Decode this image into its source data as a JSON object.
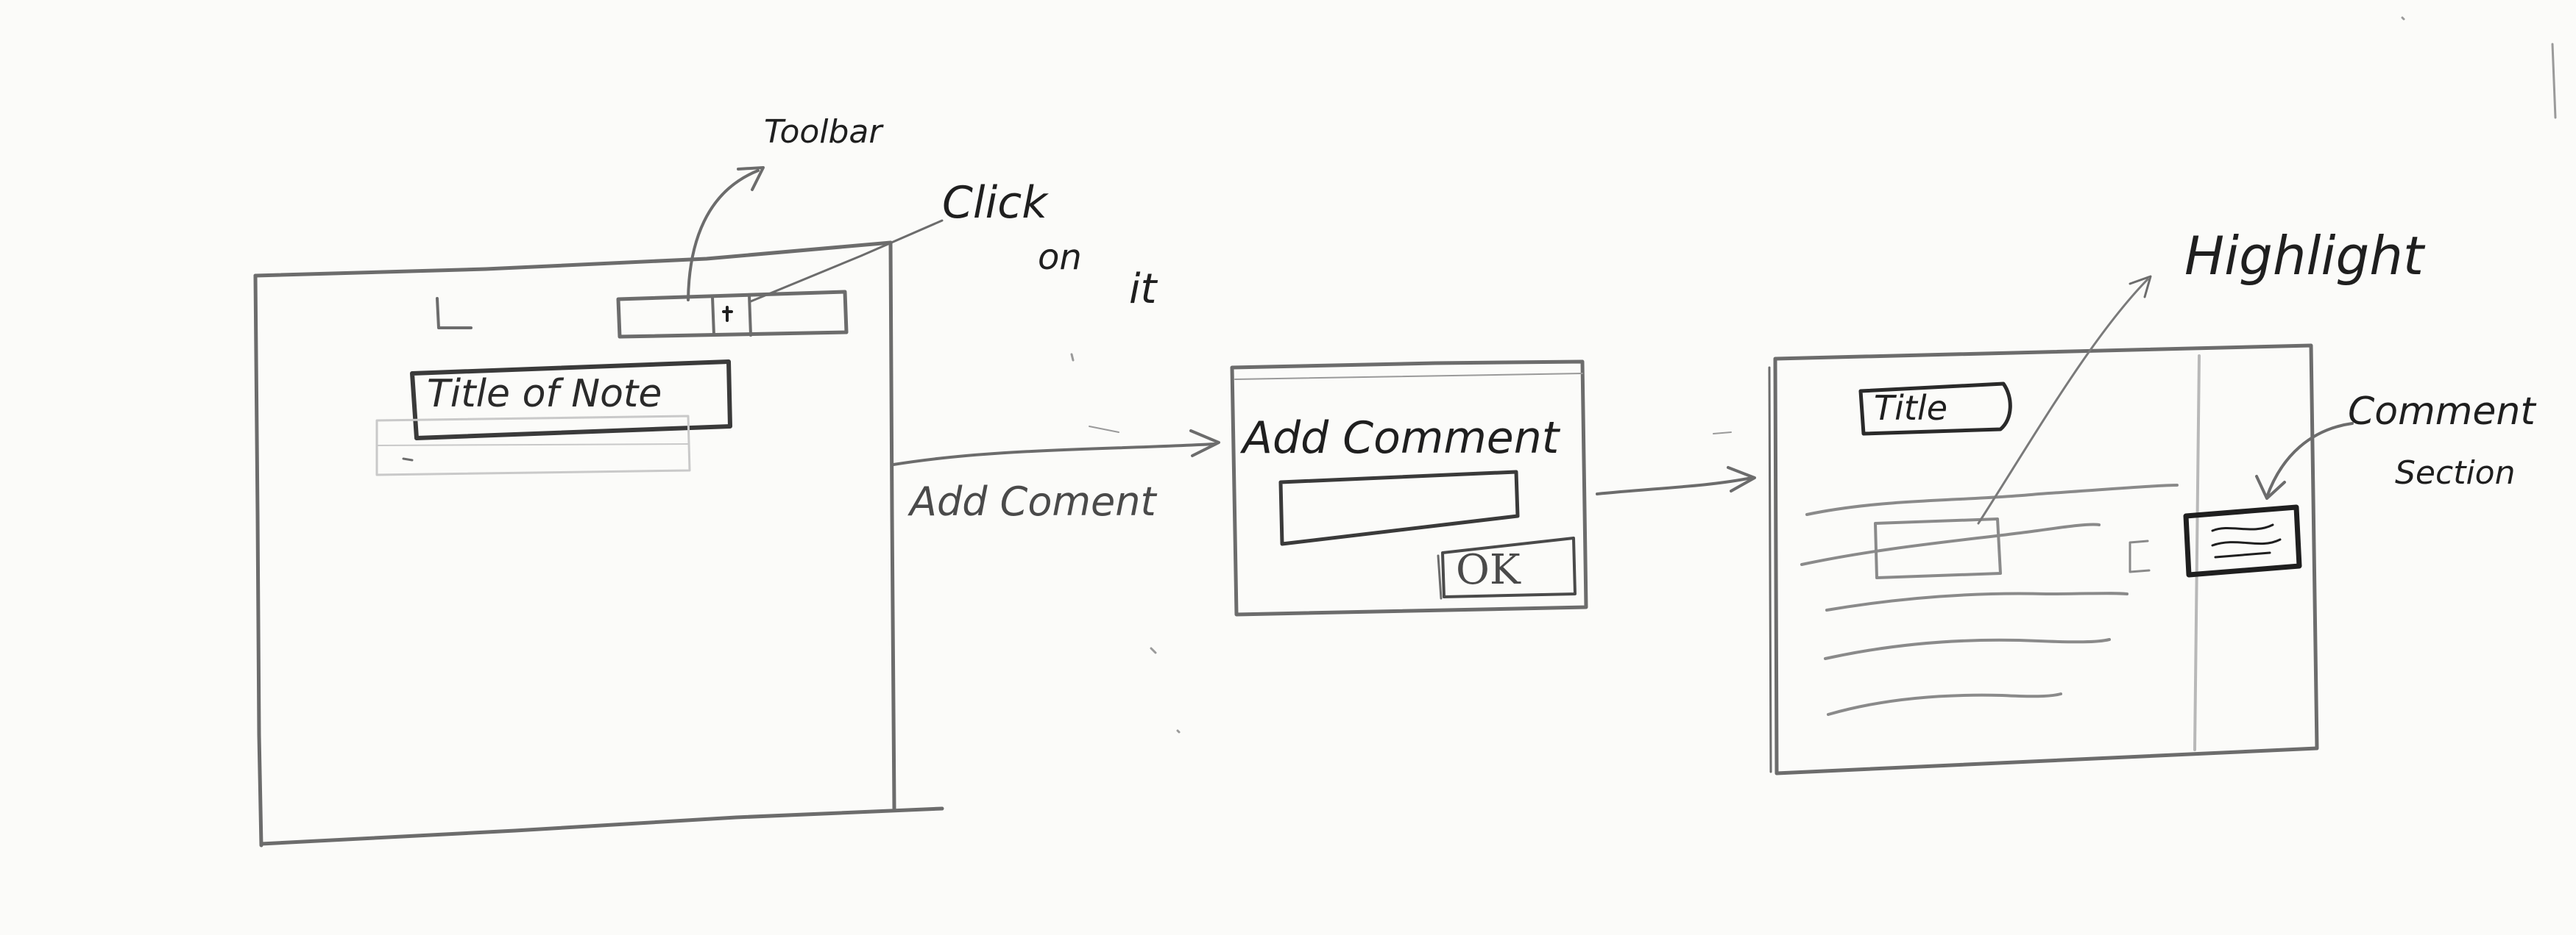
{
  "labels": {
    "toolbar": "Toolbar",
    "click_on_it_1": "Click",
    "click_on_it_2": "on",
    "click_on_it_3": "it",
    "title_of_note": "Title of Note",
    "add_comment_arrow": "Add Coment",
    "add_comment_dialog_title": "Add Comment",
    "ok_button": "OK",
    "title": "Title",
    "highlight": "Highlight",
    "comment_section_1": "Comment",
    "comment_section_2": "Section"
  },
  "colors": {
    "ink": "#1f1f1f",
    "pencil": "#6c6c6c",
    "faint": "#c9c9c9",
    "paper": "#fbfbf9"
  }
}
